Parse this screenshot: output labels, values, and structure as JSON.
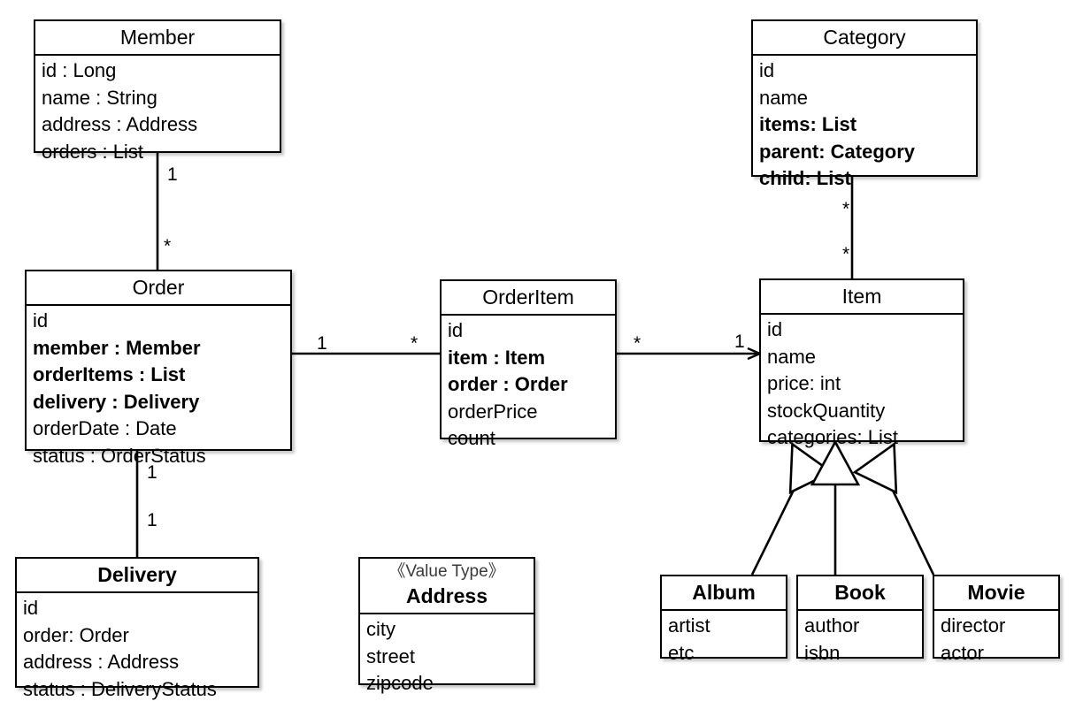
{
  "diagram": {
    "title": "Domain model class diagram",
    "type": "uml-class-diagram",
    "stroke_color": "#000000",
    "fill_color": "#ffffff"
  },
  "classes": {
    "member": {
      "name": "Member",
      "attributes": [
        {
          "text": "id : Long",
          "bold": false
        },
        {
          "text": "name : String",
          "bold": false
        },
        {
          "text": "address : Address",
          "bold": false
        },
        {
          "text": "orders : List",
          "bold": false
        }
      ]
    },
    "order": {
      "name": "Order",
      "attributes": [
        {
          "text": "id",
          "bold": false
        },
        {
          "text": "member : Member",
          "bold": true
        },
        {
          "text": "orderItems : List",
          "bold": true
        },
        {
          "text": "delivery : Delivery",
          "bold": true
        },
        {
          "text": "orderDate : Date",
          "bold": false
        },
        {
          "text": "status : OrderStatus",
          "bold": false
        }
      ]
    },
    "orderitem": {
      "name": "OrderItem",
      "attributes": [
        {
          "text": "id",
          "bold": false
        },
        {
          "text": "item : Item",
          "bold": true
        },
        {
          "text": "order : Order",
          "bold": true
        },
        {
          "text": "orderPrice",
          "bold": false
        },
        {
          "text": "count",
          "bold": false
        }
      ]
    },
    "category": {
      "name": "Category",
      "attributes": [
        {
          "text": "id",
          "bold": false
        },
        {
          "text": "name",
          "bold": false
        },
        {
          "text": "items: List",
          "bold": true
        },
        {
          "text": "parent: Category",
          "bold": true
        },
        {
          "text": "child: List",
          "bold": true
        }
      ]
    },
    "item": {
      "name": "Item",
      "attributes": [
        {
          "text": "id",
          "bold": false
        },
        {
          "text": "name",
          "bold": false
        },
        {
          "text": "price: int",
          "bold": false
        },
        {
          "text": "stockQuantity",
          "bold": false
        },
        {
          "text": "categories: List",
          "bold": false
        }
      ]
    },
    "delivery": {
      "name": "Delivery",
      "attributes": [
        {
          "text": "id",
          "bold": false
        },
        {
          "text": "order: Order",
          "bold": false
        },
        {
          "text": "address : Address",
          "bold": false
        },
        {
          "text": "status : DeliveryStatus",
          "bold": false
        }
      ]
    },
    "address": {
      "stereotype": "《Value Type》",
      "name": "Address",
      "attributes": [
        {
          "text": "city",
          "bold": false
        },
        {
          "text": "street",
          "bold": false
        },
        {
          "text": "zipcode",
          "bold": false
        }
      ]
    },
    "album": {
      "name": "Album",
      "attributes": [
        {
          "text": "artist",
          "bold": false
        },
        {
          "text": "etc",
          "bold": false
        }
      ]
    },
    "book": {
      "name": "Book",
      "attributes": [
        {
          "text": "author",
          "bold": false
        },
        {
          "text": "isbn",
          "bold": false
        }
      ]
    },
    "movie": {
      "name": "Movie",
      "attributes": [
        {
          "text": "director",
          "bold": false
        },
        {
          "text": "actor",
          "bold": false
        }
      ]
    }
  },
  "relations": {
    "member_order": {
      "from": "Member",
      "to": "Order",
      "kind": "association",
      "from_multiplicity": "1",
      "to_multiplicity": "*"
    },
    "order_orderitem": {
      "from": "Order",
      "to": "OrderItem",
      "kind": "association",
      "from_multiplicity": "1",
      "to_multiplicity": "*"
    },
    "orderitem_item": {
      "from": "OrderItem",
      "to": "Item",
      "kind": "directed-association",
      "from_multiplicity": "*",
      "to_multiplicity": "1"
    },
    "category_item": {
      "from": "Category",
      "to": "Item",
      "kind": "association",
      "from_multiplicity": "*",
      "to_multiplicity": "*"
    },
    "order_delivery": {
      "from": "Order",
      "to": "Delivery",
      "kind": "association",
      "from_multiplicity": "1",
      "to_multiplicity": "1"
    },
    "album_item": {
      "from": "Album",
      "to": "Item",
      "kind": "generalization"
    },
    "book_item": {
      "from": "Book",
      "to": "Item",
      "kind": "generalization"
    },
    "movie_item": {
      "from": "Movie",
      "to": "Item",
      "kind": "generalization"
    }
  }
}
